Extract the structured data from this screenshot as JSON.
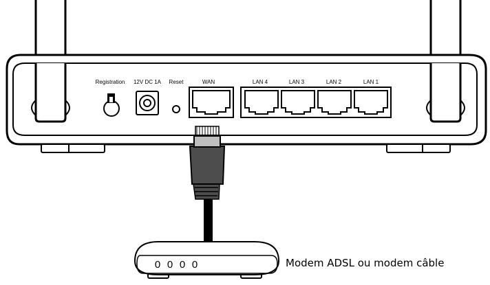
{
  "router": {
    "labels": {
      "registration": "Registration",
      "power": "12V DC 1A",
      "reset": "Reset",
      "wan": "WAN",
      "lan4": "LAN 4",
      "lan3": "LAN 3",
      "lan2": "LAN 2",
      "lan1": "LAN 1"
    }
  },
  "modem": {
    "caption": "Modem ADSL ou modem câble",
    "leds": [
      "0",
      "0",
      "0",
      "0"
    ]
  },
  "colors": {
    "outline": "#000000",
    "cable": "#4d4d4d",
    "cable_dark": "#1a1a1a",
    "connector": "#bfbfbf"
  }
}
